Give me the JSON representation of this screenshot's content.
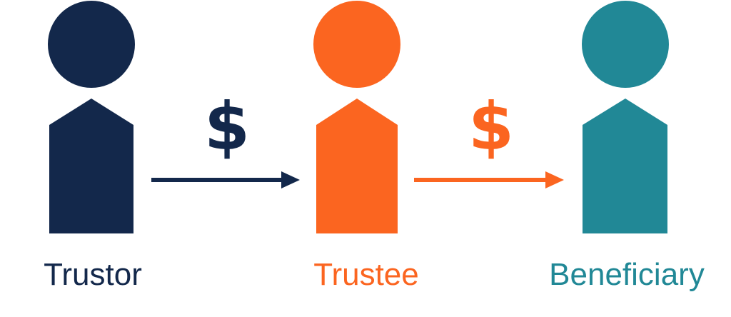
{
  "colors": {
    "trustor": "#13284b",
    "trustee": "#fb6520",
    "beneficiary": "#218896"
  },
  "parties": [
    {
      "label": "Trustor",
      "icon": "person-icon"
    },
    {
      "label": "Trustee",
      "icon": "person-icon"
    },
    {
      "label": "Beneficiary",
      "icon": "person-icon"
    }
  ],
  "transfers": [
    {
      "symbol": "$",
      "from": "Trustor",
      "to": "Trustee"
    },
    {
      "symbol": "$",
      "from": "Trustee",
      "to": "Beneficiary"
    }
  ]
}
